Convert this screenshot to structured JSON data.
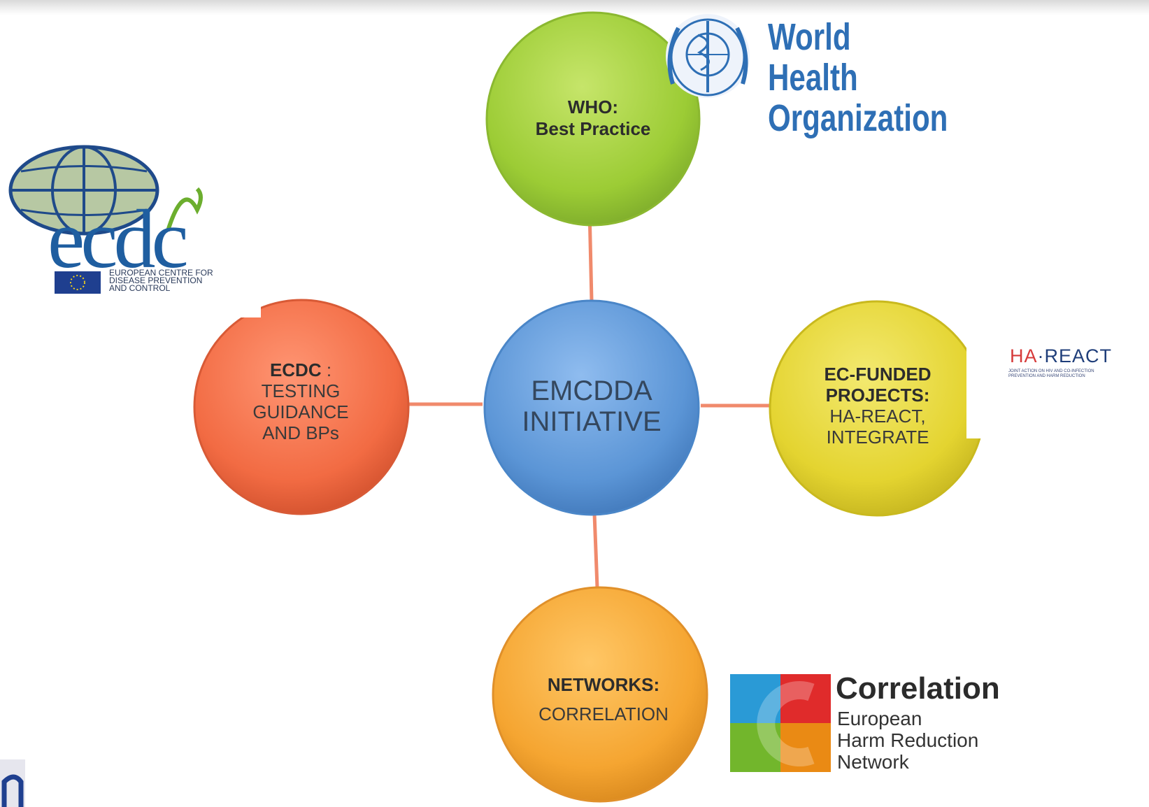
{
  "center": {
    "line1": "EMCDDA",
    "line2": "INITIATIVE"
  },
  "nodes": {
    "who": {
      "bold1": "WHO:",
      "bold2": "Best Practice"
    },
    "ecdc": {
      "bold": "ECDC",
      "suffix": " :",
      "line1": "TESTING",
      "line2": "GUIDANCE",
      "line3": "AND BPs"
    },
    "ec": {
      "bold1": "EC-FUNDED",
      "bold2": "PROJECTS:",
      "line1": "HA-REACT,",
      "line2": "INTEGRATE"
    },
    "networks": {
      "bold": "NETWORKS:",
      "line1": "CORRELATION"
    }
  },
  "logos": {
    "who": {
      "line1": "World Health",
      "line2": "Organization"
    },
    "ecdc": {
      "word": "ecdc",
      "sub1": "EUROPEAN CENTRE FOR",
      "sub2": "DISEASE PREVENTION",
      "sub3": "AND CONTROL"
    },
    "hareact": {
      "ha": "HA",
      "rest": "·REACT",
      "sub1": "JOINT ACTION ON HIV AND CO-INFECTION",
      "sub2": "PREVENTION AND HARM REDUCTION"
    },
    "correlation": {
      "title": "Correlation",
      "sub1": "European",
      "sub2": "Harm Reduction",
      "sub3": "Network"
    }
  },
  "colors": {
    "who": "#9ccc35",
    "ecdc": "#f26b43",
    "center": "#5b95d6",
    "ec": "#e4d430",
    "networks": "#f5a531",
    "connector": "#f08a6c"
  }
}
